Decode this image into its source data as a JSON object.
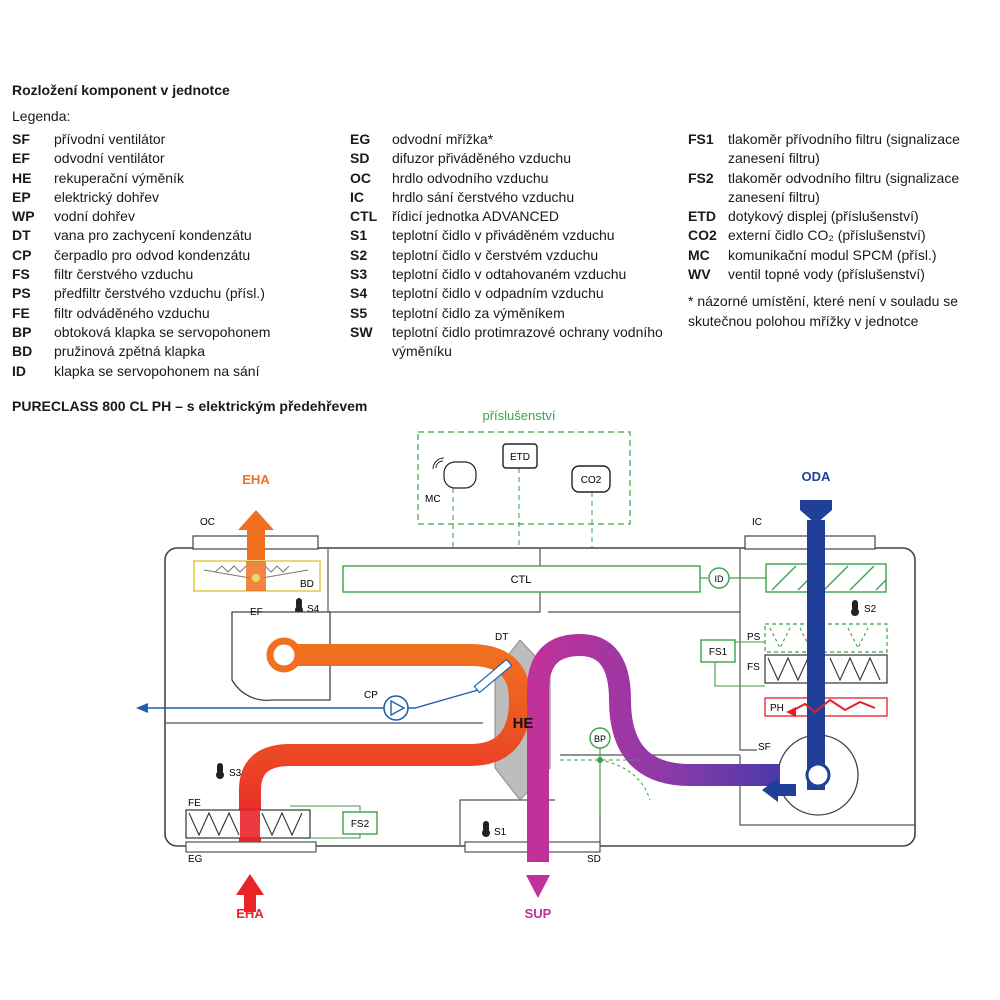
{
  "title": "Rozložení komponent v jednotce",
  "legend_heading": "Legenda:",
  "legend": {
    "col1": [
      {
        "code": "SF",
        "desc": "přívodní ventilátor"
      },
      {
        "code": "EF",
        "desc": "odvodní ventilátor"
      },
      {
        "code": "HE",
        "desc": "rekuperační výměník"
      },
      {
        "code": "EP",
        "desc": "elektrický dohřev"
      },
      {
        "code": "WP",
        "desc": "vodní dohřev"
      },
      {
        "code": "DT",
        "desc": "vana pro zachycení kondenzátu"
      },
      {
        "code": "CP",
        "desc": "čerpadlo pro odvod kondenzátu"
      },
      {
        "code": "FS",
        "desc": "filtr čerstvého vzduchu"
      },
      {
        "code": "PS",
        "desc": "předfiltr čerstvého vzduchu (přísl.)"
      },
      {
        "code": "FE",
        "desc": "filtr odváděného vzduchu"
      },
      {
        "code": "BP",
        "desc": "obtoková klapka se servopohonem"
      },
      {
        "code": "BD",
        "desc": "pružinová zpětná klapka"
      },
      {
        "code": "ID",
        "desc": "klapka se servopohonem na sání"
      }
    ],
    "col2": [
      {
        "code": "EG",
        "desc": "odvodní mřížka*"
      },
      {
        "code": "SD",
        "desc": "difuzor přiváděného vzduchu"
      },
      {
        "code": "OC",
        "desc": "hrdlo odvodního vzduchu"
      },
      {
        "code": "IC",
        "desc": "hrdlo sání čerstvého vzduchu"
      },
      {
        "code": "CTL",
        "desc": "řídicí jednotka ADVANCED"
      },
      {
        "code": "S1",
        "desc": "teplotní čidlo v přiváděném vzduchu"
      },
      {
        "code": "S2",
        "desc": "teplotní čidlo v čerstvém vzduchu"
      },
      {
        "code": "S3",
        "desc": "teplotní čidlo v odtahovaném vzduchu"
      },
      {
        "code": "S4",
        "desc": "teplotní čidlo v odpadním vzduchu"
      },
      {
        "code": "S5",
        "desc": "teplotní čidlo za výměníkem"
      },
      {
        "code": "SW",
        "desc": "teplotní čidlo protimrazové ochrany vodního výměníku"
      }
    ],
    "col3": [
      {
        "code": "FS1",
        "desc": "tlakoměr přívodního filtru (signalizace zanesení filtru)"
      },
      {
        "code": "FS2",
        "desc": "tlakoměr odvodního filtru (signalizace zanesení filtru)"
      },
      {
        "code": "ETD",
        "desc": "dotykový displej (příslušenství)"
      },
      {
        "code": "CO2",
        "desc": "externí čidlo CO₂ (příslušenství)"
      },
      {
        "code": "MC",
        "desc": "komunikační modul SPCM (přísl.)"
      },
      {
        "code": "WV",
        "desc": "ventil topné vody (příslušenství)"
      }
    ],
    "note": "* názorné umístění, které není v souladu se skutečnou polohou mřížky v jednotce"
  },
  "subtitle": "PURECLASS 800 CL PH – s elektrickým předehřevem",
  "diagram": {
    "accessories_label": "příslušenství",
    "labels": {
      "eha_top": "EHA",
      "oda": "ODA",
      "eha_bottom": "EHA",
      "sup": "SUP",
      "oc": "OC",
      "ic": "IC",
      "ctl": "CTL",
      "id": "ID",
      "bd": "BD",
      "ef": "EF",
      "s4": "S4",
      "s2": "S2",
      "dt": "DT",
      "cp": "CP",
      "he": "HE",
      "ps": "PS",
      "fs": "FS",
      "fs1": "FS1",
      "ph": "PH",
      "sf": "SF",
      "bp": "BP",
      "s3": "S3",
      "fe": "FE",
      "fs2": "FS2",
      "eg": "EG",
      "s1": "S1",
      "sd": "SD",
      "mc": "MC",
      "etd": "ETD",
      "co2": "CO2"
    },
    "colors": {
      "exhaust_orange": "#f07020",
      "extract_red": "#e8232a",
      "outdoor_blue": "#1f3f99",
      "supply_purple": "#8a3aa8",
      "supply_magenta": "#c0319a",
      "accessory_green": "#3aa24a",
      "condensate_blue": "#1f5fb0",
      "filter_yellow": "#e8d870",
      "preheat_red": "#e41e2a",
      "housing_gray": "#444444"
    }
  }
}
